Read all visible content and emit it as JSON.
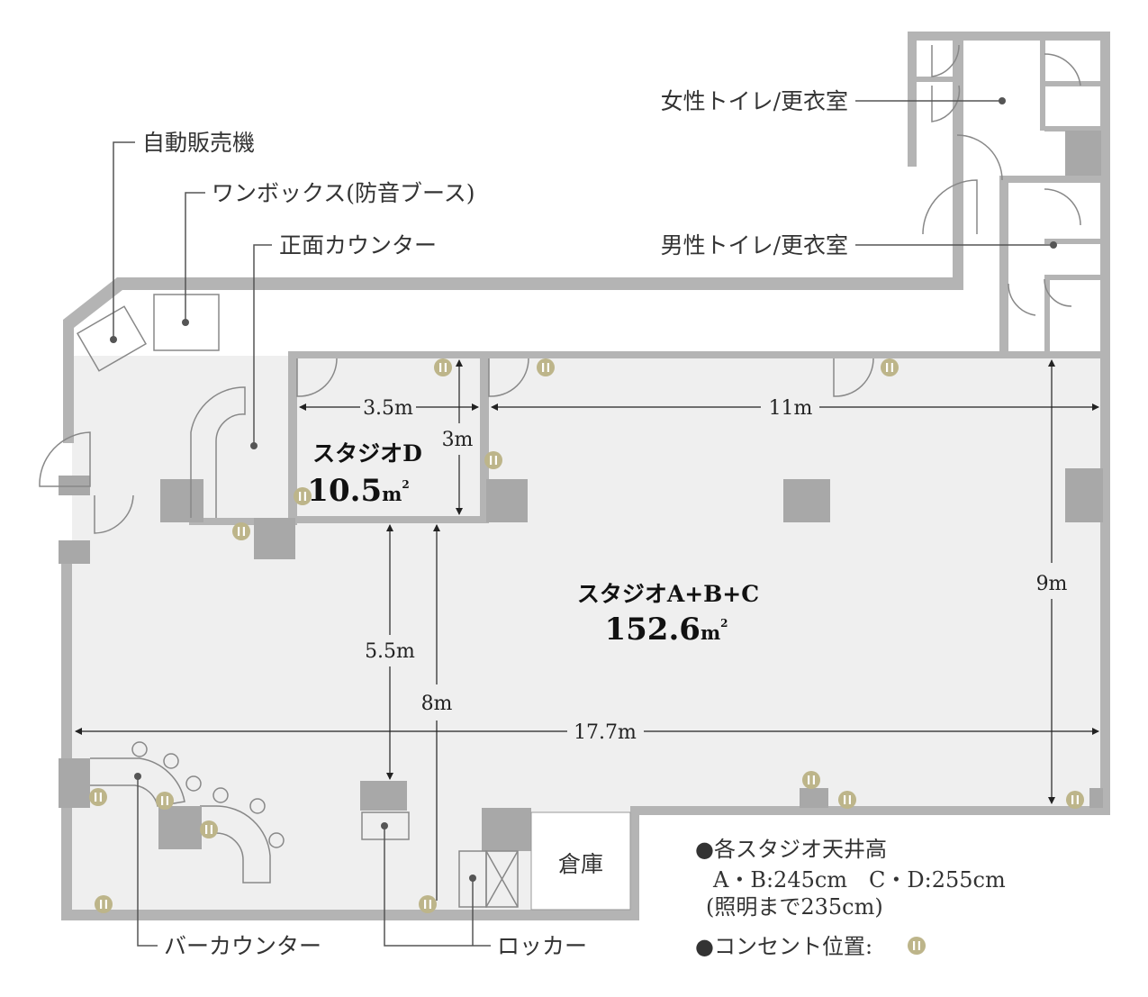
{
  "callouts": {
    "vending": "自動販売機",
    "onebox": "ワンボックス(防音ブース)",
    "front_counter": "正面カウンター",
    "women_toilet": "女性トイレ/更衣室",
    "men_toilet": "男性トイレ/更衣室",
    "bar_counter": "バーカウンター",
    "locker": "ロッカー"
  },
  "rooms": {
    "studio_d": {
      "name": "スタジオD",
      "area_value": "10.5",
      "area_unit": "m",
      "area_sup": "2"
    },
    "studio_abc": {
      "name": "スタジオA+B+C",
      "area_value": "152.6",
      "area_unit": "m",
      "area_sup": "2"
    },
    "storage": "倉庫"
  },
  "dimensions": {
    "d_width": "3.5m",
    "d_depth": "3m",
    "top_width": "11m",
    "right_height": "9m",
    "center_5_5": "5.5m",
    "center_8": "8m",
    "total_width": "17.7m"
  },
  "notes": {
    "ceiling_title": "●各スタジオ天井高",
    "ceiling_ab_cd": "A・B:245cm　C・D:255cm",
    "ceiling_lighting": "(照明まで235cm)",
    "outlet_label": "●コンセント位置:"
  },
  "colors": {
    "wall": "#b4b4b4",
    "floor": "#efefef",
    "outlet": "#bdb58a"
  },
  "outlet_icon": "outlet-icon"
}
